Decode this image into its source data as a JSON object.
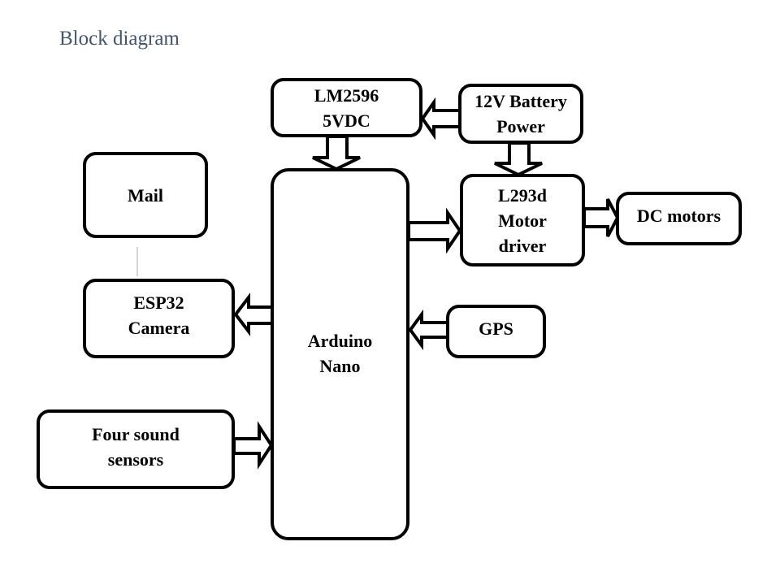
{
  "title": "Block diagram",
  "blocks": {
    "lm2596": "LM2596\n5VDC",
    "battery": "12V Battery\nPower",
    "mail": "Mail",
    "l293d": "L293d\nMotor\ndriver",
    "dc_motors": "DC motors",
    "esp32": "ESP32\nCamera",
    "gps": "GPS",
    "arduino": "Arduino\nNano",
    "sound": "Four  sound\nsensors"
  },
  "connections": [
    {
      "from": "battery",
      "to": "lm2596"
    },
    {
      "from": "lm2596",
      "to": "arduino"
    },
    {
      "from": "battery",
      "to": "l293d"
    },
    {
      "from": "arduino",
      "to": "l293d"
    },
    {
      "from": "l293d",
      "to": "dc_motors"
    },
    {
      "from": "arduino",
      "to": "esp32"
    },
    {
      "from": "gps",
      "to": "arduino"
    },
    {
      "from": "sound",
      "to": "arduino"
    },
    {
      "from": "esp32",
      "to": "mail",
      "style": "thin-line"
    }
  ]
}
